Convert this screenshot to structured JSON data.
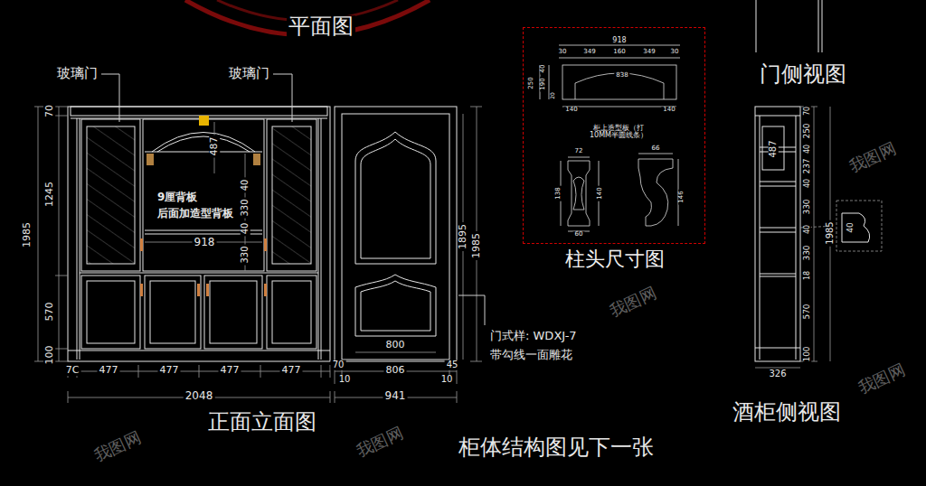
{
  "diagram": {
    "nodes": [
      {
        "text": [
          "柱头尺寸图"
        ]
      }
    ],
    "labels": [
      "平面图",
      "门侧视图",
      "玻璃门",
      "玻璃门",
      "9厘背板",
      "后面加造型背板",
      "70",
      "1245",
      "570",
      "100",
      "1985",
      "487",
      "40",
      "330",
      "40",
      "330",
      "918",
      "7C",
      "477",
      "477",
      "477",
      "477",
      "70",
      "806",
      "45",
      "10",
      "10",
      "2048",
      "941",
      "800",
      "1895",
      "1985",
      "门式样: WDXJ-7",
      "带勾线一面雕花",
      "正面立面图",
      "柜体结构图见下一张",
      "918",
      "30",
      "349",
      "160",
      "349",
      "30",
      "250",
      "40",
      "190",
      "20",
      "838",
      "140",
      "140",
      "柜上造型板（打 10MM半圆线条）",
      "72",
      "66",
      "138",
      "140",
      "146",
      "60",
      "70",
      "250",
      "40",
      "237",
      "40",
      "330",
      "40",
      "330",
      "18",
      "570",
      "100",
      "487",
      "1985",
      "40",
      "326",
      "酒柜侧视图",
      "我图网",
      "我图网",
      "我图网",
      "我图网",
      "我图网"
    ]
  }
}
